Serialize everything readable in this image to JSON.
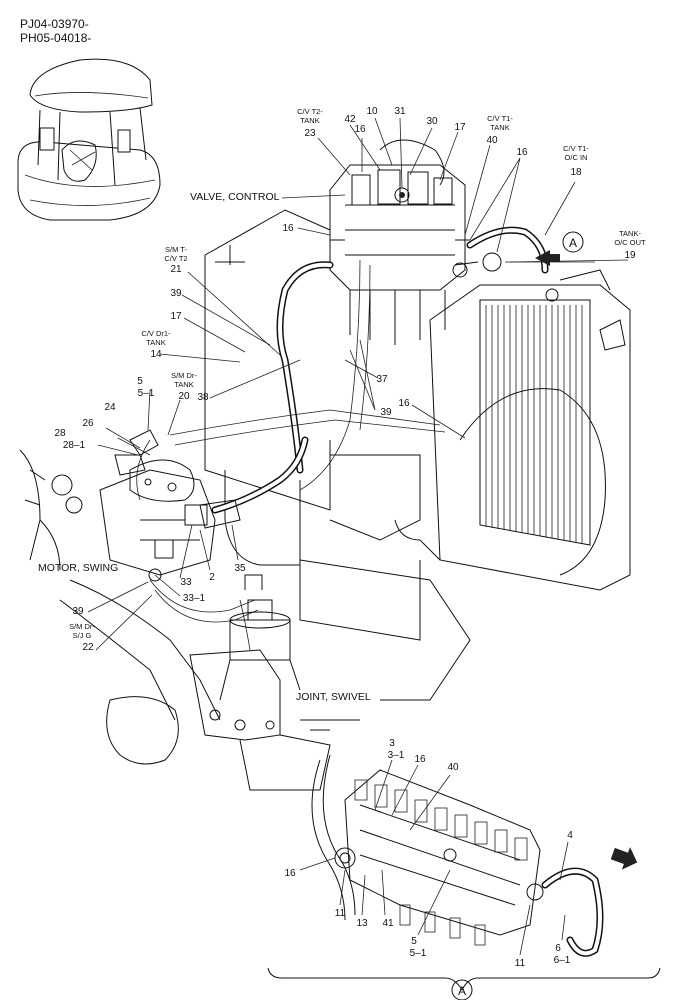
{
  "header": {
    "code_1": "PJ04-03970-",
    "code_2": "PH05-04018-"
  },
  "callouts": {
    "valve_control": "VALVE, CONTROL",
    "motor_swing": "MOTOR, SWING",
    "joint_swivel": "JOINT, SWIVEL",
    "cv_t2_tank": [
      "C/V T2-",
      "TANK"
    ],
    "cv_t1_tank": [
      "C/V T1-",
      "TANK"
    ],
    "cv_t1_oc_in": [
      "C/V T1-",
      "O/C IN"
    ],
    "tank_oc_out": [
      "TANK-",
      "O/C OUT"
    ],
    "sm_t_cv_t2": [
      "S/M T-",
      "C/V T2"
    ],
    "cv_dr1_tank": [
      "C/V Dr1-",
      "TANK"
    ],
    "sm_dr_tank": [
      "S/M Dr-",
      "TANK"
    ],
    "sm_dr_sjg": [
      "S/M Dr-",
      "S/J G"
    ]
  },
  "view_marker": "A",
  "part_numbers": {
    "p23": "23",
    "p16a": "16",
    "p42": "42",
    "p10": "10",
    "p31": "31",
    "p30": "30",
    "p17a": "17",
    "p40a": "40",
    "p16b": "16",
    "p18": "18",
    "p19": "19",
    "p16c": "16",
    "p21": "21",
    "p39a": "39",
    "p17b": "17",
    "p14": "14",
    "p5a": "5",
    "p5_1a": "5–1",
    "p20": "20",
    "p38": "38",
    "p37": "37",
    "p39b": "39",
    "p16d": "16",
    "p28": "28",
    "p28_1": "28–1",
    "p26": "26",
    "p24": "24",
    "p33": "33",
    "p2": "2",
    "p35": "35",
    "p33_1": "33–1",
    "p39c": "39",
    "p22": "22",
    "p3": "3",
    "p3_1": "3–1",
    "p16e": "16",
    "p40b": "40",
    "p16f": "16",
    "p11a": "11",
    "p13": "13",
    "p41": "41",
    "p5b": "5",
    "p5_1b": "5–1",
    "p11b": "11",
    "p4": "4",
    "p6": "6",
    "p6_1": "6–1"
  }
}
